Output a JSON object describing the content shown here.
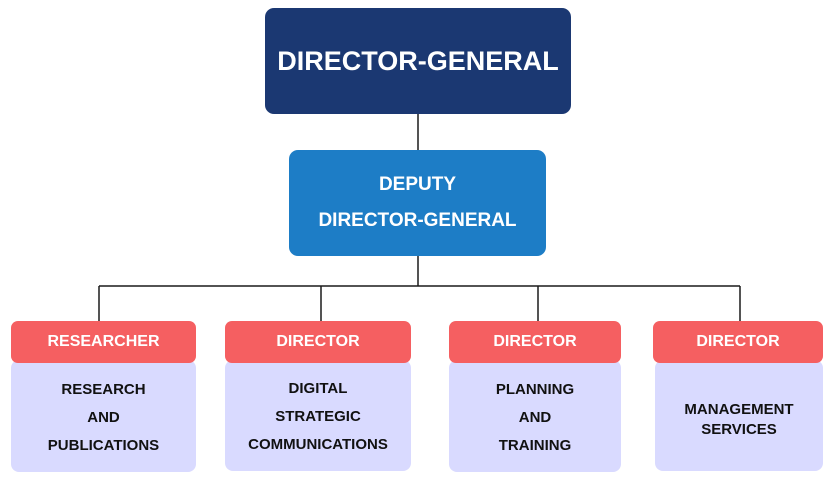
{
  "colors": {
    "director_general_bg": "#1b3872",
    "deputy_bg": "#1d7dc6",
    "dept_title_bg": "#f55f61",
    "dept_body_bg": "#d9daff",
    "connector": "#1a1a1a"
  },
  "director_general": {
    "title": "DIRECTOR-GENERAL"
  },
  "deputy_director_general": {
    "lines": [
      "DEPUTY",
      "DIRECTOR-GENERAL"
    ]
  },
  "departments": [
    {
      "role": "RESEARCHER",
      "lines": [
        "RESEARCH",
        "AND",
        "PUBLICATIONS"
      ]
    },
    {
      "role": "DIRECTOR",
      "lines": [
        "DIGITAL",
        "STRATEGIC",
        "COMMUNICATIONS"
      ]
    },
    {
      "role": "DIRECTOR",
      "lines": [
        "PLANNING",
        "AND",
        "TRAINING"
      ]
    },
    {
      "role": "DIRECTOR",
      "lines": [
        "MANAGEMENT",
        "SERVICES"
      ]
    }
  ]
}
